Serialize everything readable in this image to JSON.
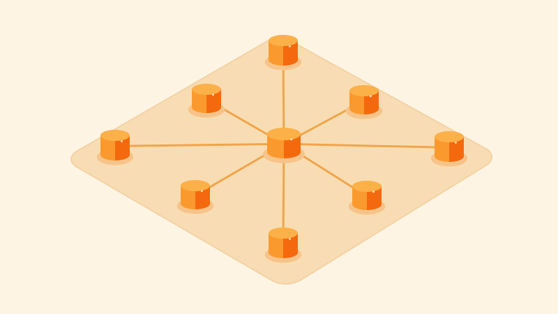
{
  "colors": {
    "background": "#fdf4e4",
    "platform": "#f8ddb4",
    "platform_edge": "#f3d2a4",
    "connector": "#f0a54a",
    "node_shadow": "#f6c48b",
    "node_top": "#fcb048",
    "node_front_light": "#fa9a2e",
    "node_front_dark": "#f4690d",
    "highlight": "#fff3dc"
  },
  "diagram": {
    "type": "hub-and-spoke network",
    "hub": {
      "id": "hub"
    },
    "spokes": [
      {
        "id": "north"
      },
      {
        "id": "north-west"
      },
      {
        "id": "north-east"
      },
      {
        "id": "west"
      },
      {
        "id": "east"
      },
      {
        "id": "south-west"
      },
      {
        "id": "south-east"
      },
      {
        "id": "south"
      }
    ]
  }
}
